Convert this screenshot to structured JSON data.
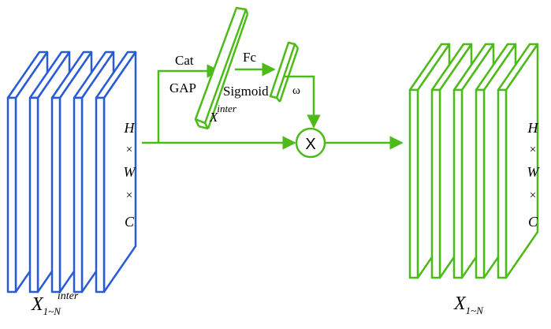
{
  "diagram": {
    "colors": {
      "blue": "#2a5bd7",
      "green": "#4cbb17",
      "text": "#000000",
      "background": "#ffffff"
    },
    "left_stack": {
      "dim_h": "H",
      "times1": "×",
      "dim_w": "W",
      "times2": "×",
      "dim_c": "C",
      "label_base": "X",
      "label_sub": "1~N",
      "label_sup": "inter"
    },
    "right_stack": {
      "dim_h": "H",
      "times1": "×",
      "dim_w": "W",
      "times2": "×",
      "dim_c": "C",
      "label_base": "X",
      "label_sub": "1~N"
    },
    "attention": {
      "cat": "Cat",
      "gap": "GAP",
      "fc": "Fc",
      "sigmoid": "Sigmoid",
      "omega": "ω",
      "x_inter_base": "X",
      "x_inter_sup": "inter",
      "multiply": "X"
    }
  }
}
